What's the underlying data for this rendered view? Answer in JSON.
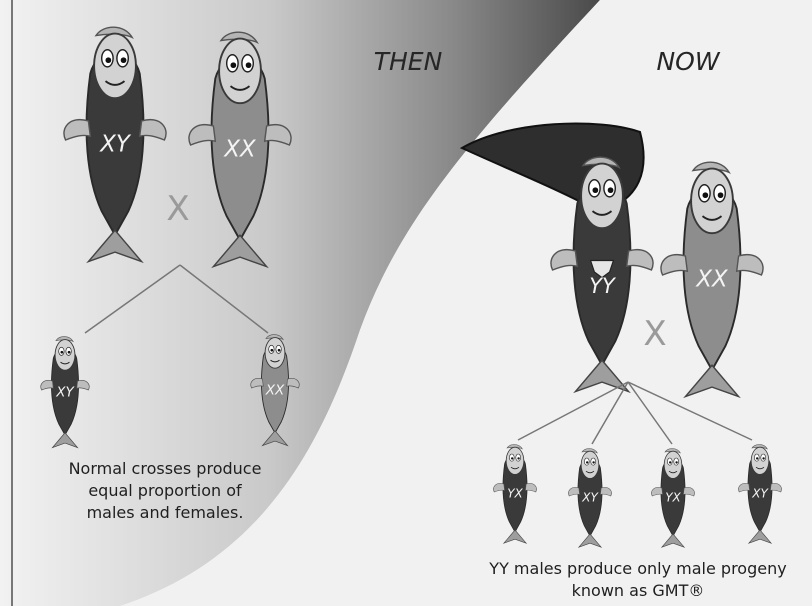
{
  "panels": {
    "then": {
      "heading": "THEN",
      "parents": [
        "XY",
        "XX"
      ],
      "cross_symbol": "X",
      "offspring": [
        "XY",
        "XX"
      ],
      "caption": [
        "Normal crosses produce",
        "equal proportion of",
        "males and females."
      ]
    },
    "now": {
      "heading": "NOW",
      "parents": [
        "YY",
        "XX"
      ],
      "cross_symbol": "X",
      "offspring": [
        "YX",
        "XY",
        "YX",
        "XY"
      ],
      "caption": [
        "YY males produce only male progeny",
        "known as GMT®"
      ]
    }
  },
  "colors": {
    "dark_panel": "#555555",
    "light_panel": "#ececec",
    "male_body": "#3a3a3a",
    "female_body": "#8d8d8d",
    "face": "#c2c2c2",
    "cape": "#2e2e2e"
  }
}
